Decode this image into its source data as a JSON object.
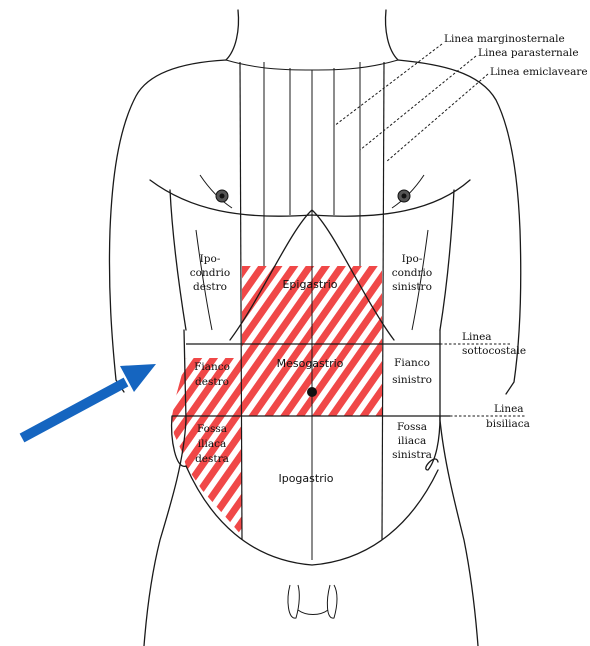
{
  "labels": {
    "linea_marginosternale": "Linea marginosternale",
    "linea_parasternale": "Linea parasternale",
    "linea_emiclaveare": "Linea emiclaveare",
    "linea_sottocostale_1": "Linea",
    "linea_sottocostale_2": "sottocostale",
    "linea_bisiliaca_1": "Linea",
    "linea_bisiliaca_2": "bisiliaca"
  },
  "regions": {
    "ipocondrio_destro": [
      "Ipo-",
      "condrio",
      "destro"
    ],
    "epigastrio": "Epigastrio",
    "ipocondrio_sinistro": [
      "Ipo-",
      "condrio",
      "sinistro"
    ],
    "fianco_destro": [
      "Fianco",
      "destro"
    ],
    "mesogastrio": "Mesogastrio",
    "fianco_sinistro": [
      "Fianco",
      "sinistro"
    ],
    "fossa_iliaca_destra": [
      "Fossa",
      "iliaca",
      "destra"
    ],
    "ipogastrio": "Ipogastrio",
    "fossa_iliaca_sinistra": [
      "Fossa",
      "iliaca",
      "sinistra"
    ]
  },
  "colors": {
    "highlight": "#f04848",
    "arrow": "#1565c0",
    "outline": "#1a1a1a"
  },
  "highlighted_regions": [
    "epigastrio",
    "mesogastrio",
    "fianco_destro",
    "fossa_iliaca_destra"
  ]
}
